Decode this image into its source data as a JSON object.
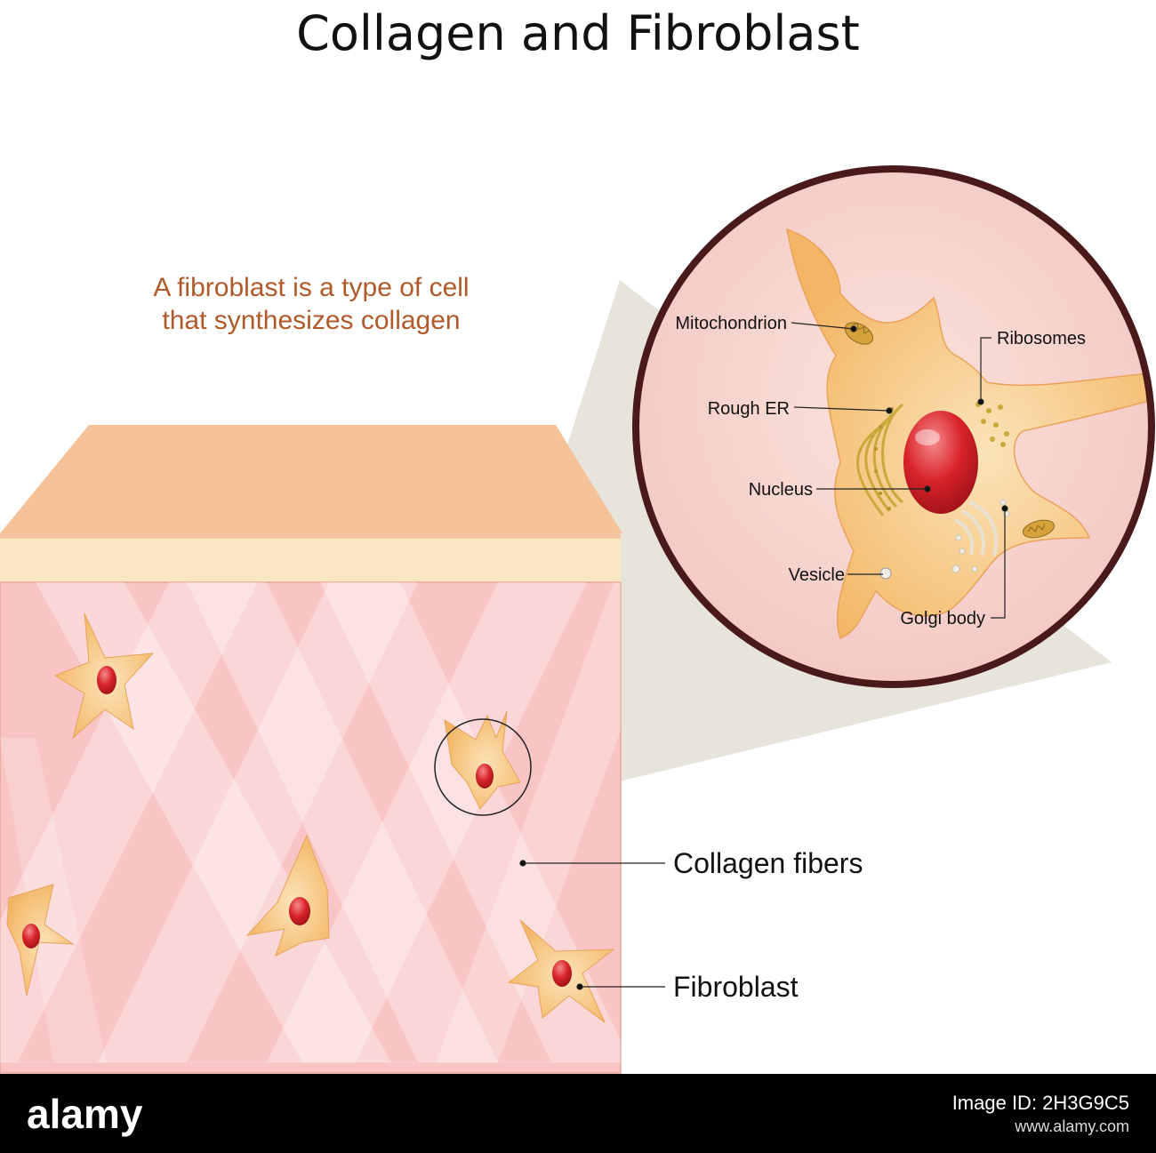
{
  "title": "Collagen and Fibroblast",
  "caption_line1": "A fibroblast is a type of cell",
  "caption_line2": "that synthesizes collagen",
  "cell_labels": {
    "mitochondrion": "Mitochondrion",
    "ribosomes": "Ribosomes",
    "rough_er": "Rough ER",
    "nucleus": "Nucleus",
    "vesicle": "Vesicle",
    "golgi": "Golgi body"
  },
  "tissue_labels": {
    "collagen_fibers": "Collagen fibers",
    "fibroblast": "Fibroblast"
  },
  "footer": {
    "logo": "alamy",
    "image_id": "Image ID: 2H3G9C5",
    "url": "www.alamy.com"
  },
  "colors": {
    "skin_top": "#f6c29a",
    "dermis": "#f9c4c4",
    "cell": "#f6bd6b",
    "nucleus": "#d8232a"
  }
}
